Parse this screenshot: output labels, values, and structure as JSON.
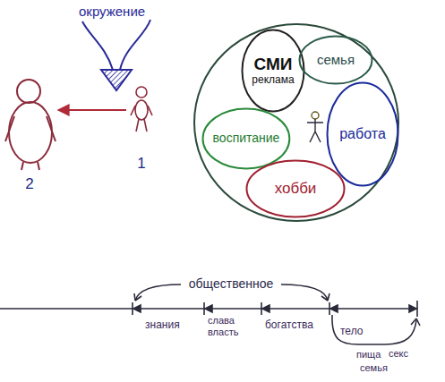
{
  "diagram": {
    "nodes": [
      {
        "text": [
          "2"
        ]
      },
      {
        "text": [
          "1"
        ]
      },
      {
        "text": []
      },
      {
        "text": [
          "СМИ",
          "реклама"
        ],
        "in": 2
      },
      {
        "text": [
          "семья"
        ],
        "in": 2
      },
      {
        "text": [
          "воспитание"
        ],
        "in": 2
      },
      {
        "text": [
          "работа"
        ],
        "in": 2
      },
      {
        "text": [
          "хобби"
        ],
        "in": 2
      }
    ],
    "edges": [
      {
        "from": 1,
        "to": 0,
        "arrow": "to"
      }
    ],
    "labels": [
      "окружение",
      "общественное",
      "знания",
      "слава власть",
      "богатства",
      "тело",
      "пища",
      "секс",
      "семья"
    ]
  }
}
